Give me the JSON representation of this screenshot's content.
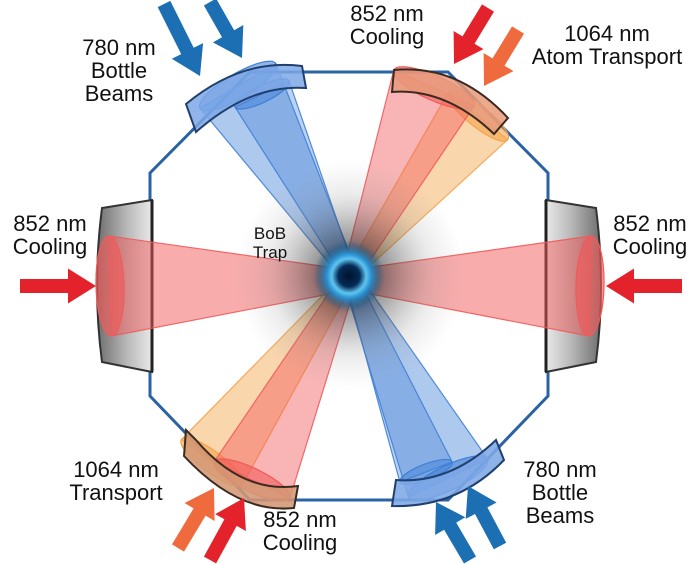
{
  "labels": {
    "top_left": [
      "780 nm",
      "Bottle",
      "Beams"
    ],
    "top_mid": [
      "852 nm",
      "Cooling"
    ],
    "top_right": [
      "1064 nm",
      "Atom Transport"
    ],
    "left": [
      "852 nm",
      "Cooling"
    ],
    "right": [
      "852 nm",
      "Cooling"
    ],
    "center": [
      "BoB",
      "Trap"
    ],
    "bottom_left": [
      "1064 nm",
      "Transport"
    ],
    "bottom_mid": [
      "852 nm",
      "Cooling"
    ],
    "bottom_right": [
      "780 nm",
      "Bottle",
      "Beams"
    ]
  },
  "colors": {
    "hexagon": "#2a62a4",
    "blue_beam": "#3f7fd6",
    "red_beam": "#f15a5a",
    "orange_beam": "#f3a34a",
    "arrow_blue": "#1c6fb3",
    "arrow_red": "#e4222b",
    "arrow_orange": "#ef6a3c",
    "lens_gray": "#8f8f8f",
    "atom_cloud": "#3aa3d8"
  }
}
